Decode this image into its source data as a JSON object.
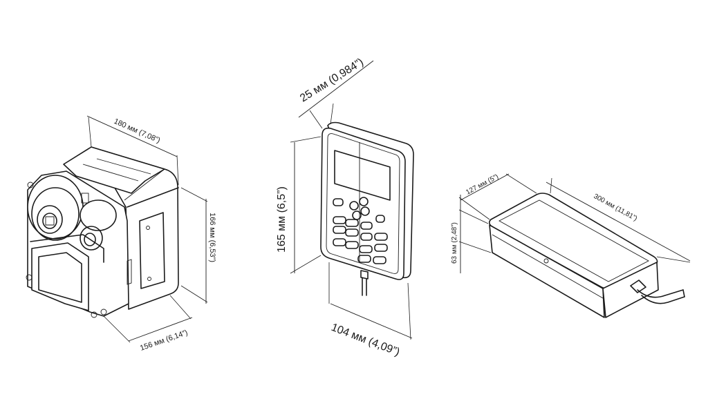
{
  "printer": {
    "width_label": "180 мм (7,08”)",
    "height_label": "166 мм (6,53”)",
    "depth_label": "156 мм (6,14”)"
  },
  "controller": {
    "depth_label": "25 мм (0,984”)",
    "height_label": "165 мм (6,5”)",
    "width_label": "104 мм (4,09”)"
  },
  "power_supply": {
    "width_label": "127 мм (5”)",
    "length_label": "300 мм (11,81”)",
    "height_label": "63 мм (2,48”)"
  }
}
